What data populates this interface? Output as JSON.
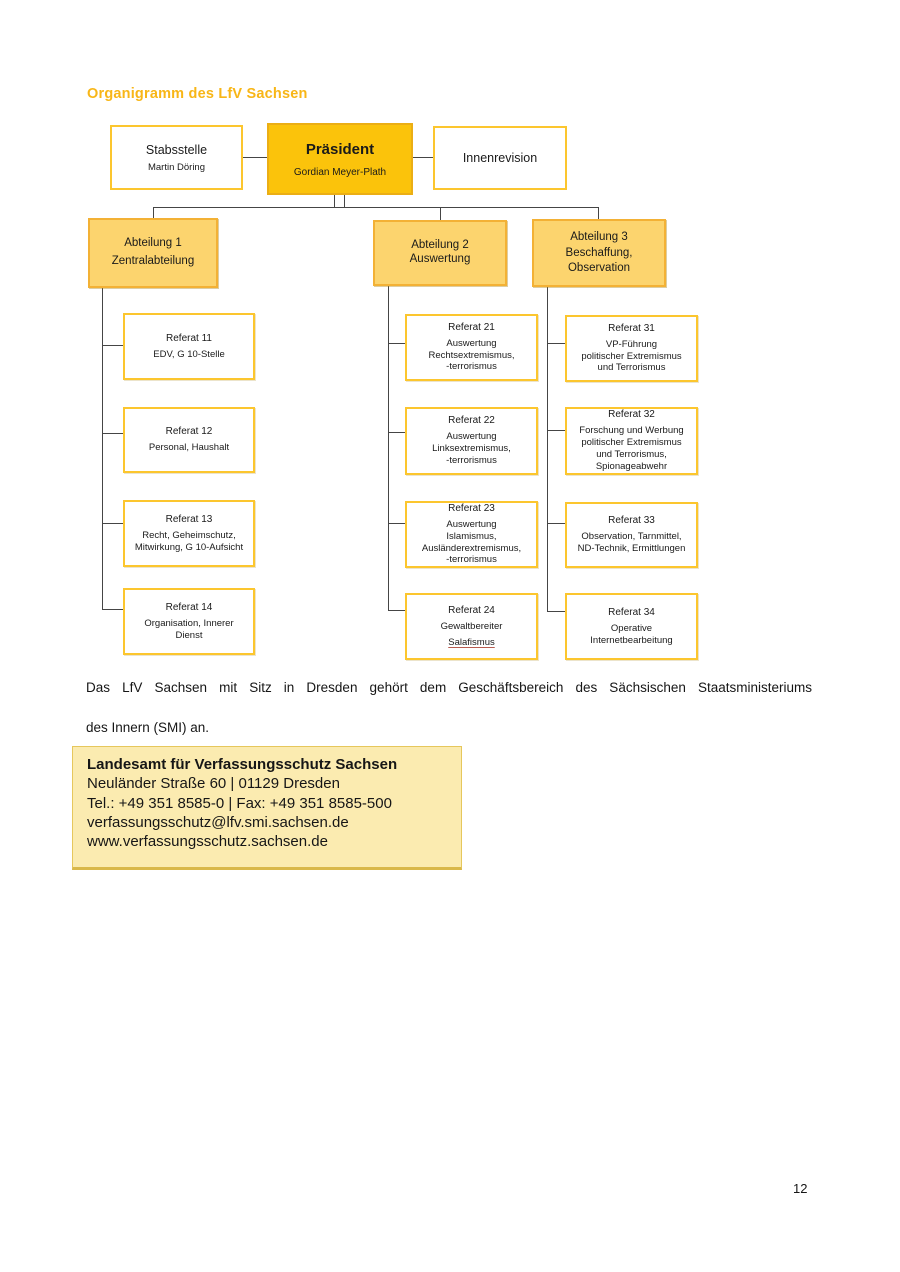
{
  "page": {
    "heading": "Organigramm des LfV Sachsen",
    "page_number": "12"
  },
  "colors": {
    "heading_gold": "#F8B617",
    "box_border_gold": "#FCC62E",
    "president_fill_gold": "#FBC30B",
    "department_fill_gold": "#FCD46E",
    "contact_box_fill": "#FBEBB0",
    "connector_gray": "#454545",
    "salafismus_underline_red": "#B85C50"
  },
  "org_chart": {
    "top_row": {
      "stabsstelle": {
        "title": "Stabsstelle",
        "subtitle": "Martin Döring"
      },
      "praesident": {
        "title": "Präsident",
        "subtitle": "Gordian Meyer-Plath"
      },
      "innenrevision": {
        "title": "Innenrevision"
      }
    },
    "departments": [
      {
        "title": "Abteilung 1",
        "subtitle": "Zentralabteilung"
      },
      {
        "title": "Abteilung 2",
        "subtitle": "Auswertung"
      },
      {
        "title": "Abteilung 3",
        "subtitle": "Beschaffung,\nObservation"
      }
    ],
    "units": [
      {
        "title": "Referat 11",
        "subtitle": "EDV, G 10-Stelle"
      },
      {
        "title": "Referat 12",
        "subtitle": "Personal, Haushalt"
      },
      {
        "title": "Referat 13",
        "subtitle": "Recht, Geheimschutz,\nMitwirkung, G 10-Aufsicht"
      },
      {
        "title": "Referat 14",
        "subtitle": "Organisation, Innerer\nDienst"
      },
      {
        "title": "Referat 21",
        "subtitle": "Auswertung\nRechtsextremismus,\n-terrorismus"
      },
      {
        "title": "Referat 22",
        "subtitle": "Auswertung\nLinksextremismus,\n-terrorismus"
      },
      {
        "title": "Referat 23",
        "subtitle": "Auswertung\nIslamismus,\nAusländerextremismus,\n-terrorismus"
      },
      {
        "title": "Referat 24",
        "subtitle": "Gewaltbereiter",
        "highlight": "Salafismus"
      },
      {
        "title": "Referat 31",
        "subtitle": "VP-Führung\npolitischer Extremismus\nund Terrorismus"
      },
      {
        "title": "Referat 32",
        "subtitle": "Forschung und Werbung\npolitischer Extremismus\nund Terrorismus,\nSpionageabwehr"
      },
      {
        "title": "Referat 33",
        "subtitle": "Observation, Tarnmittel,\nND-Technik, Ermittlungen"
      },
      {
        "title": "Referat 34",
        "subtitle": "Operative\nInternetbearbeitung"
      }
    ]
  },
  "paragraph": {
    "line1": "Das LfV Sachsen mit Sitz in Dresden gehört dem Geschäftsbereich des Sächsischen Staatsministeriums",
    "line2": "des Innern (SMI) an."
  },
  "contact_box": {
    "name": "Landesamt für Verfassungsschutz Sachsen",
    "address": "Neuländer Straße 60 | 01129 Dresden",
    "phone_fax": "Tel.: +49 351 8585-0 | Fax: +49 351 8585-500",
    "email": "verfassungsschutz@lfv.smi.sachsen.de",
    "website": "www.verfassungsschutz.sachsen.de"
  }
}
